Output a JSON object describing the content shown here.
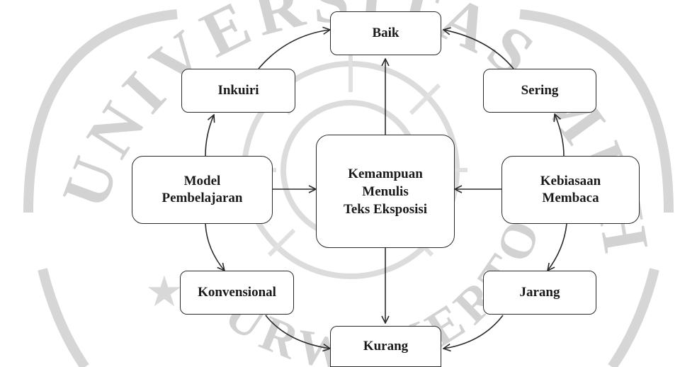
{
  "watermark": {
    "top_arc": "UNIVERSITAS MUHAMMADIYAH",
    "bottom_arc": "PURWOKERTO"
  },
  "diagram": {
    "center": [
      "Kemampuan",
      "Menulis",
      "Teks Eksposisi"
    ],
    "top": "Baik",
    "bottom": "Kurang",
    "left": [
      "Model",
      "Pembelajaran"
    ],
    "right": [
      "Kebiasaan",
      "Membaca"
    ],
    "upper_left": "Inkuiri",
    "lower_left": "Konvensional",
    "upper_right": "Sering",
    "lower_right": "Jarang"
  },
  "colors": {
    "stroke": "#2b2b2b",
    "watermark": "#d2d2d2",
    "background": "#ffffff"
  }
}
